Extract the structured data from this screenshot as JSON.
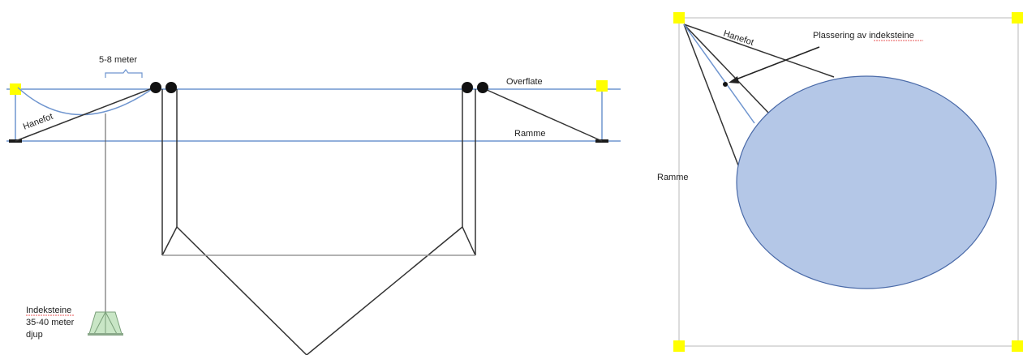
{
  "left_diagram": {
    "spacing_label": "5-8 meter",
    "surface_label": "Overflate",
    "frame_label": "Ramme",
    "bridle_label": "Hanefot",
    "index_stones_label": [
      "Indeksteine",
      "35-40 meter",
      "djup"
    ]
  },
  "right_diagram": {
    "bridle_label": "Hanefot",
    "placement_label": "Plassering av indeksteine",
    "frame_label": "Ramme"
  },
  "colors": {
    "buoy": "#ffff00",
    "water_line": "#6f95cf",
    "net_fill": "#b4c7e7",
    "net_stroke": "#4a6aa8",
    "rope": "#333333",
    "frame_box": "#d0d0d0",
    "anchor": "#1a1a1a"
  }
}
